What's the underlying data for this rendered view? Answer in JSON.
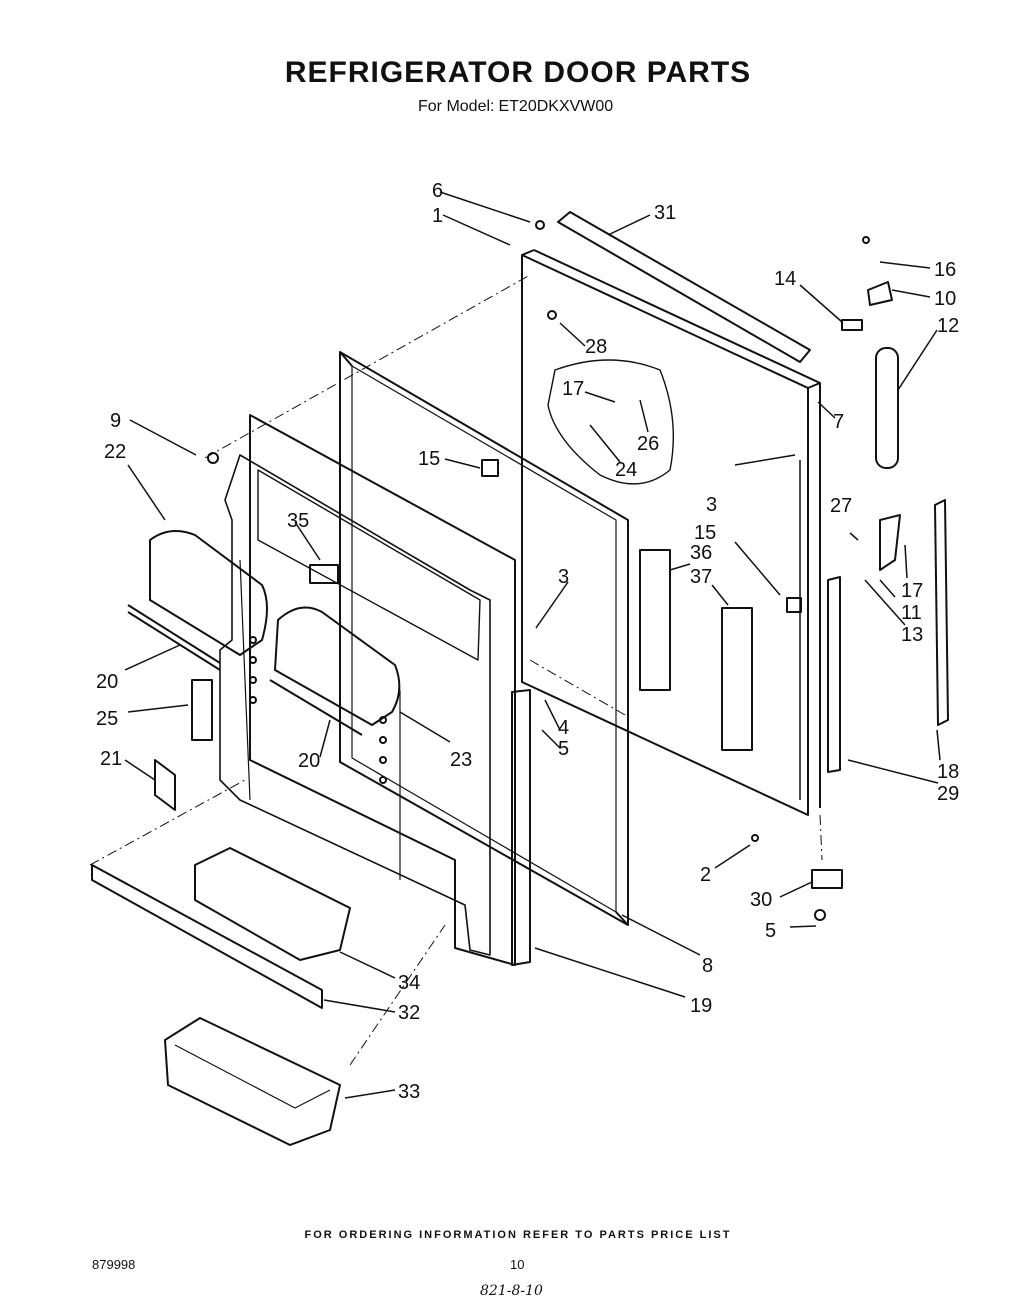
{
  "title": "REFRIGERATOR DOOR PARTS",
  "subtitle_prefix": "For Model:",
  "model": "ET20DKXVW00",
  "footer": "FOR ORDERING INFORMATION REFER TO PARTS PRICE LIST",
  "doc_number": "879998",
  "page_number": "10",
  "handwritten_note": "821-8-10",
  "callouts": [
    "1",
    "2",
    "3",
    "3",
    "4",
    "5",
    "5",
    "6",
    "7",
    "8",
    "9",
    "10",
    "11",
    "12",
    "13",
    "14",
    "15",
    "15",
    "16",
    "17",
    "17",
    "18",
    "19",
    "20",
    "20",
    "21",
    "22",
    "23",
    "24",
    "25",
    "26",
    "27",
    "28",
    "29",
    "30",
    "31",
    "32",
    "33",
    "34",
    "35",
    "36",
    "37"
  ]
}
